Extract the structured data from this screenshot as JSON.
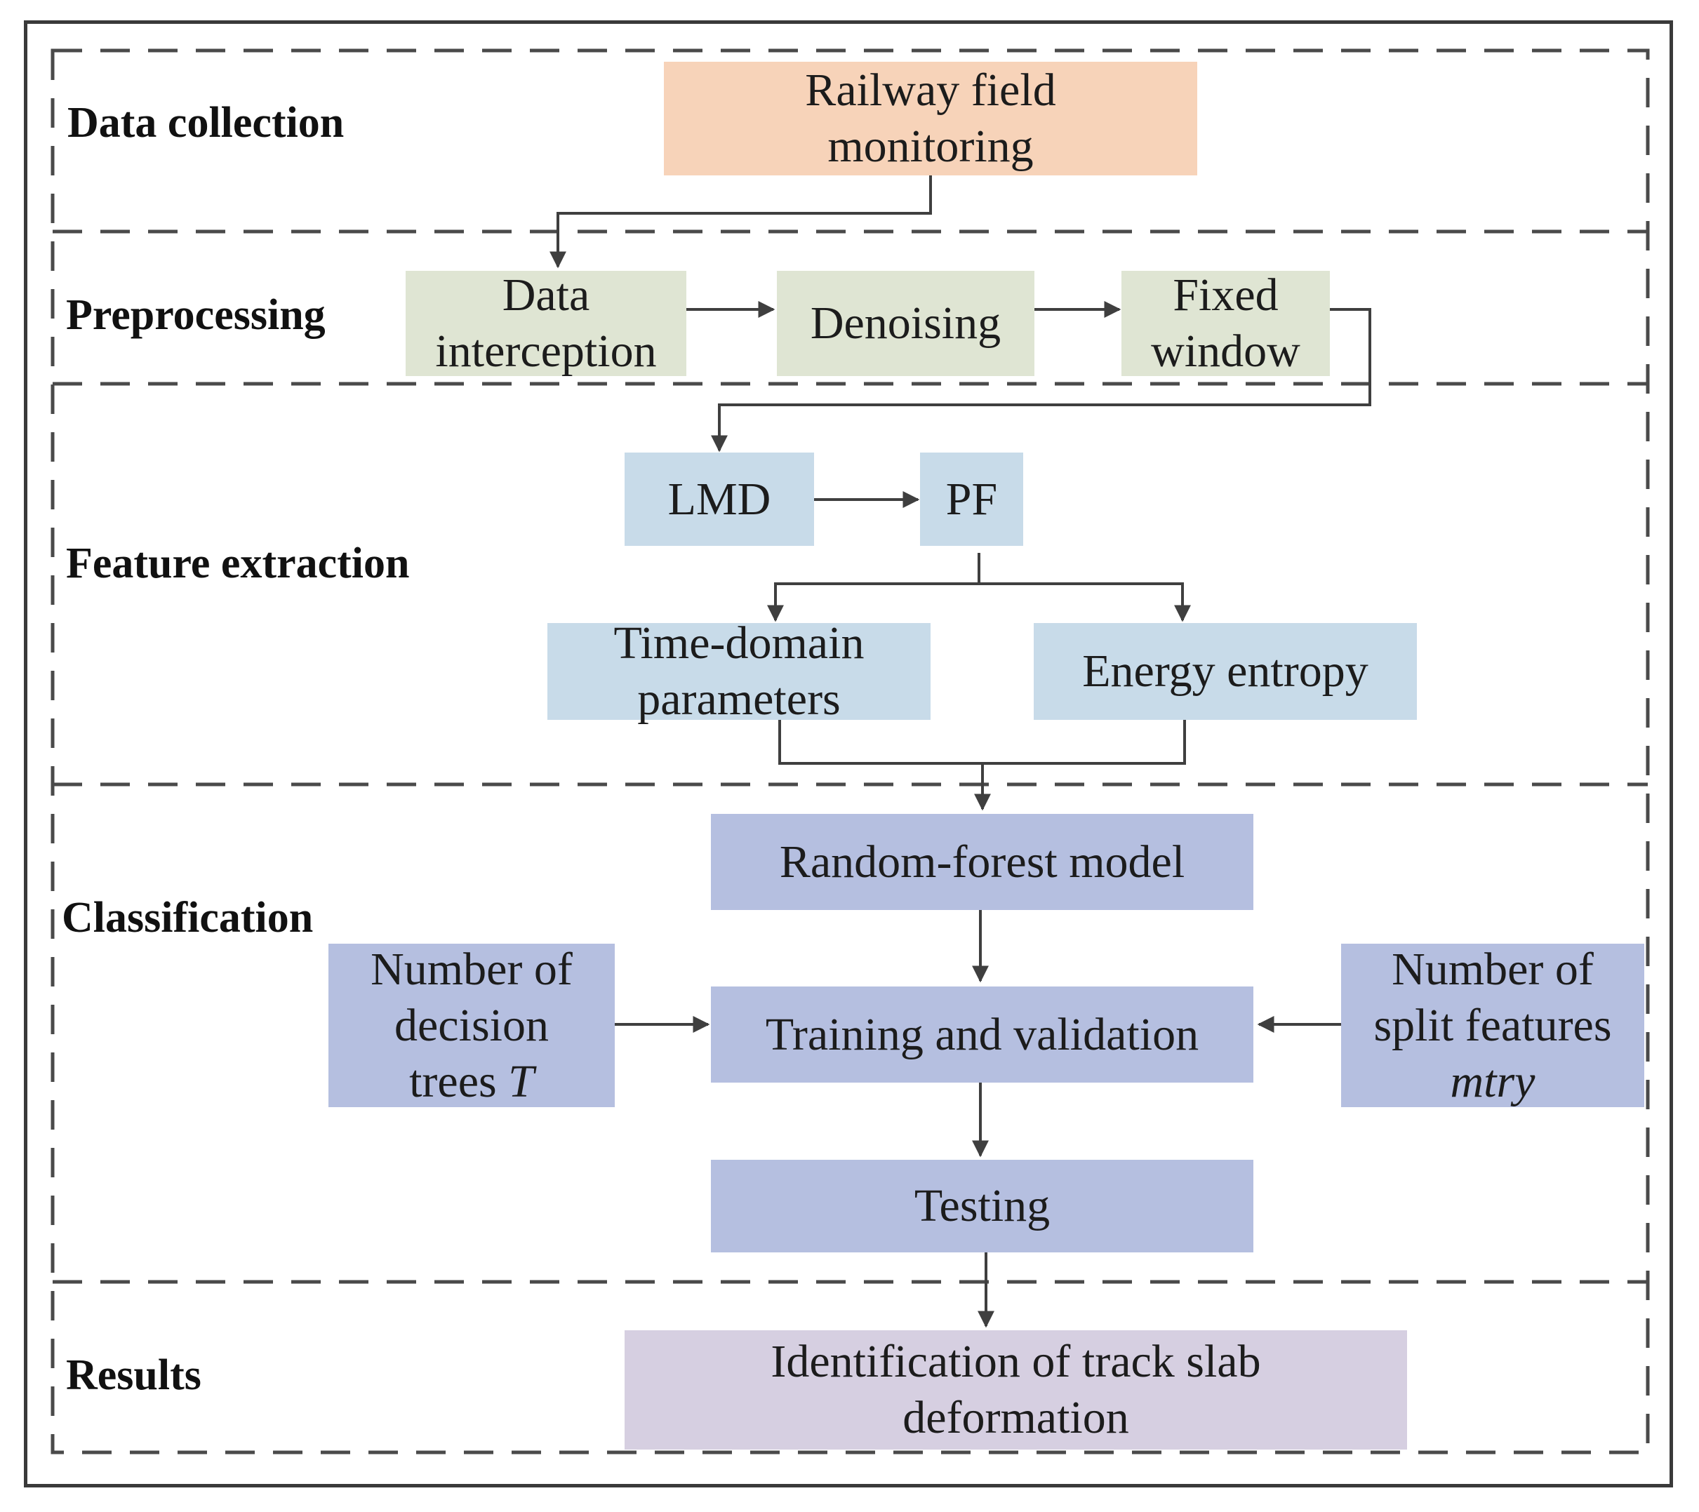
{
  "stages": {
    "data_collection": "Data collection",
    "preprocessing": "Preprocessing",
    "feature_extraction": "Feature extraction",
    "classification": "Classification",
    "results": "Results"
  },
  "nodes": {
    "railway": {
      "line1": "Railway field",
      "line2": "monitoring"
    },
    "interception": {
      "line1": "Data",
      "line2": "interception"
    },
    "denoising": {
      "line1": "Denoising"
    },
    "fixed_window": {
      "line1": "Fixed",
      "line2": "window"
    },
    "lmd": {
      "line1": "LMD"
    },
    "pf": {
      "line1": "PF"
    },
    "time_domain": {
      "line1": "Time-domain",
      "line2": "parameters"
    },
    "energy_entropy": {
      "line1": "Energy entropy"
    },
    "random_forest": {
      "line1": "Random-forest model"
    },
    "decision_trees": {
      "line1": "Number of",
      "line2": "decision",
      "line3": "trees ",
      "symbol": "T"
    },
    "training": {
      "line1": "Training and validation"
    },
    "split_features": {
      "line1": "Number of",
      "line2": "split features",
      "symbol": "mtry"
    },
    "testing": {
      "line1": "Testing"
    },
    "identification": {
      "line1": "Identification of track slab",
      "line2": "deformation"
    }
  },
  "colors": {
    "frame": "#3a3a3a",
    "dashed_divider": "#4a4a4a",
    "arrow": "#3f3f3f",
    "collection_box": "#f7d3b9",
    "preprocessing_box": "#dfe5d3",
    "feature_box": "#c8dbe9",
    "classification_box": "#b5bfe0",
    "results_box": "#d6cfe1"
  }
}
